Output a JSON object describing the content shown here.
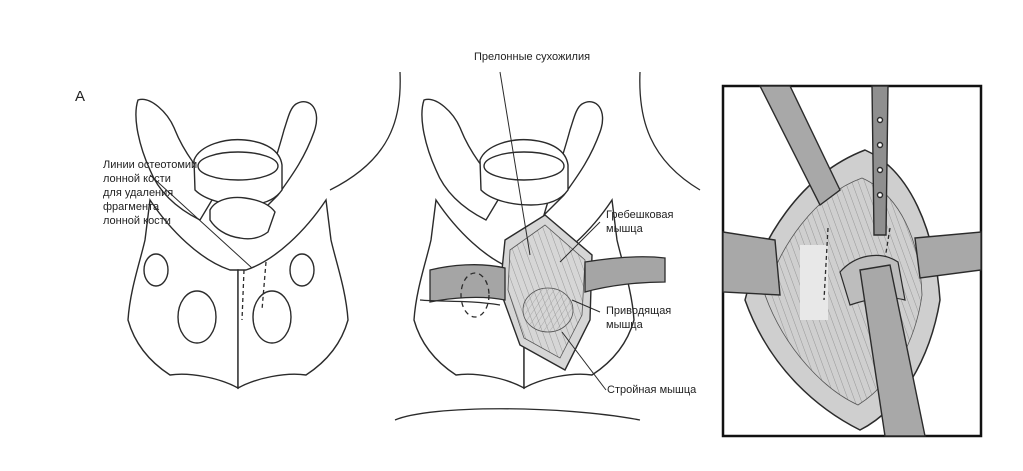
{
  "figure": {
    "panel_letter": "А",
    "left_panel": {
      "osteotomy_label": [
        "Линии остеотомии",
        "лонной кости",
        "для удаления",
        "фрагмента",
        "лонной кости"
      ]
    },
    "middle_panel": {
      "prepubic_tendon_label": "Прелонные сухожилия",
      "pectineus_label": [
        "Гребешковая",
        "мышца"
      ],
      "adductor_label": [
        "Приводящая",
        "мышца"
      ],
      "gracilis_label": "Стройная мышца"
    },
    "colors": {
      "line": "#2b2b2b",
      "retractor": "#9a9a9a",
      "muscle": "#c8c8c8",
      "background": "#ffffff"
    }
  }
}
